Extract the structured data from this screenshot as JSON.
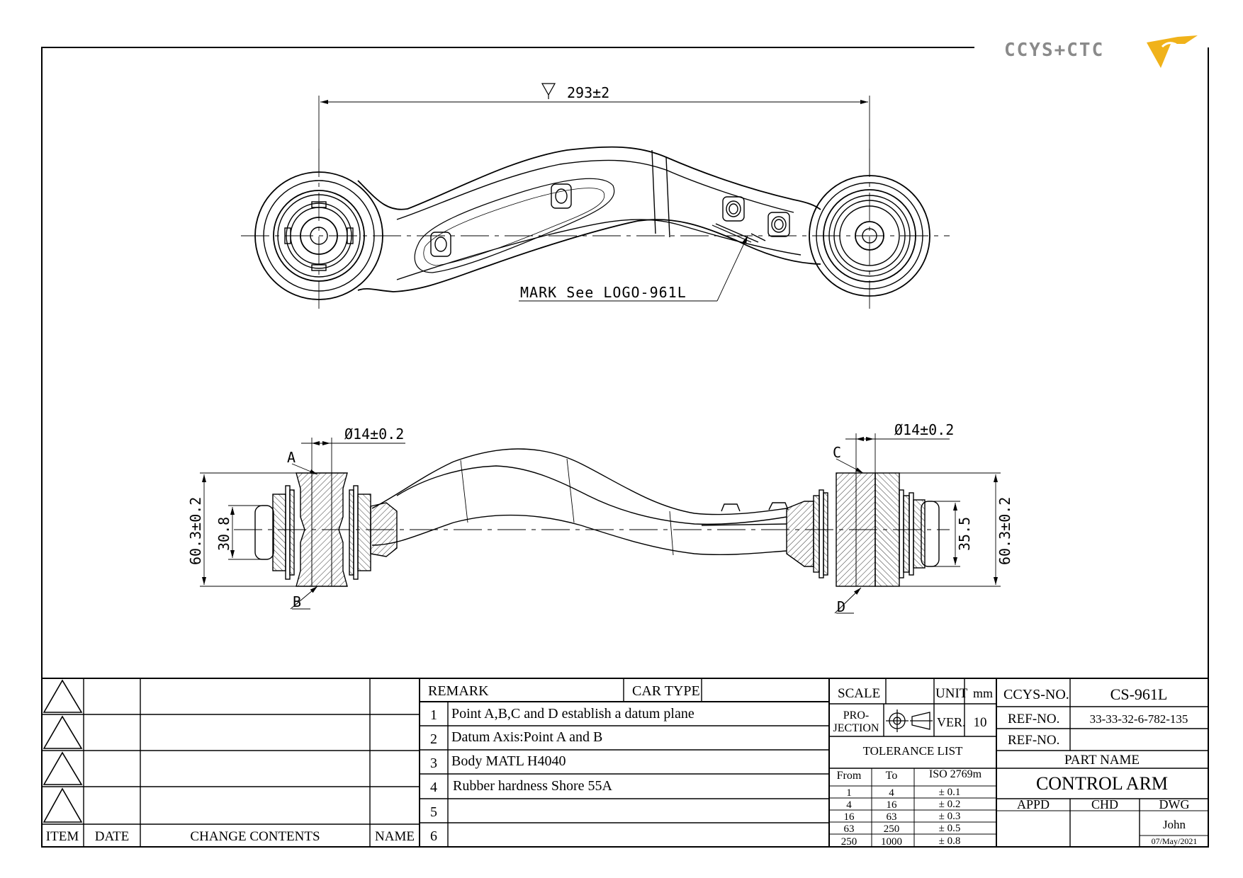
{
  "logo": {
    "text": "CCYS+CTC"
  },
  "top_view": {
    "length_dim": "293±2",
    "mark_note": "MARK See LOGO-961L"
  },
  "side_view": {
    "left_diameter": "Ø14±0.2",
    "right_diameter": "Ø14±0.2",
    "left_outer_height": "60.3±0.2",
    "left_inner_height": "30.8",
    "right_inner_height": "35.5",
    "right_outer_height": "60.3±0.2",
    "points": {
      "a": "A",
      "b": "B",
      "c": "C",
      "d": "D"
    }
  },
  "revision_table": {
    "headers": {
      "item": "ITEM",
      "date": "DATE",
      "change": "CHANGE CONTENTS",
      "name": "NAME"
    }
  },
  "remarks": {
    "header": "REMARK",
    "car_type_label": "CAR TYPE",
    "rows": [
      {
        "no": "1",
        "text": "Point A,B,C and D establish a datum plane"
      },
      {
        "no": "2",
        "text": "Datum Axis:Point A and B"
      },
      {
        "no": "3",
        "text": "Body MATL H4040"
      },
      {
        "no": "4",
        "text": "Rubber hardness Shore 55A"
      },
      {
        "no": "5",
        "text": ""
      },
      {
        "no": "6",
        "text": ""
      }
    ]
  },
  "specs": {
    "scale_label": "SCALE",
    "unit_label": "UNIT",
    "unit_value": "mm",
    "projection_label_1": "PRO-",
    "projection_label_2": "JECTION",
    "ver_label": "VER.",
    "ver_value": "10",
    "tolerance_title": "TOLERANCE LIST",
    "tolerance_headers": {
      "from": "From",
      "to": "To",
      "iso": "ISO 2769m"
    },
    "tolerance_rows": [
      {
        "from": "1",
        "to": "4",
        "tol": "± 0.1"
      },
      {
        "from": "4",
        "to": "16",
        "tol": "± 0.2"
      },
      {
        "from": "16",
        "to": "63",
        "tol": "± 0.3"
      },
      {
        "from": "63",
        "to": "250",
        "tol": "± 0.5"
      },
      {
        "from": "250",
        "to": "1000",
        "tol": "± 0.8"
      }
    ]
  },
  "title_block": {
    "ccys_no_label": "CCYS-NO.",
    "ccys_no": "CS-961L",
    "ref_no_label": "REF-NO.",
    "ref_no": "33-33-32-6-782-135",
    "ref_no2_label": "REF-NO.",
    "ref_no2": "",
    "part_name_label": "PART NAME",
    "part_name": "CONTROL ARM",
    "appd_label": "APPD",
    "chd_label": "CHD",
    "dwg_label": "DWG",
    "dwg_by": "John",
    "date": "07/May/2021"
  },
  "colors": {
    "line": "#000000",
    "logo_gray": "#8a8a8a",
    "logo_gold": "#f0b21a"
  }
}
